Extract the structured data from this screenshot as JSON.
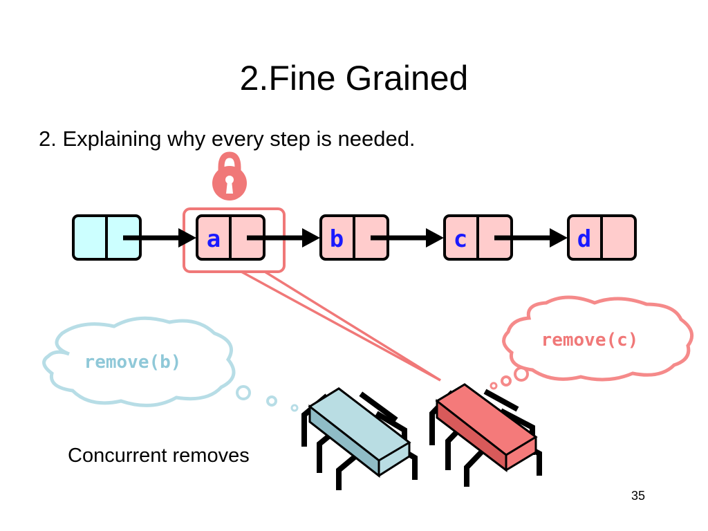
{
  "slide": {
    "title": "2.Fine Grained",
    "bullet": "2. Explaining why every step is needed.",
    "caption": "Concurrent removes",
    "page_number": "35"
  },
  "list": {
    "nodes": [
      {
        "label": "",
        "color": "#ccffff"
      },
      {
        "label": "a",
        "color": "#ffcccc"
      },
      {
        "label": "b",
        "color": "#ffcccc"
      },
      {
        "label": "c",
        "color": "#ffcccc"
      },
      {
        "label": "d",
        "color": "#ffcccc"
      }
    ]
  },
  "threads": {
    "left": {
      "thought": "remove(b)",
      "color": "#b9dde3",
      "icon": "thread-icon"
    },
    "right": {
      "thought": "remove(c)",
      "color": "#f47a7a",
      "icon": "thread-icon"
    }
  },
  "lock": {
    "icon": "padlock-icon",
    "color": "#f07878",
    "locked_node": "a"
  },
  "colors": {
    "accent": "#f07878",
    "blue_letter": "#1a1aff",
    "cloud_blue": "#9fd0dc"
  }
}
